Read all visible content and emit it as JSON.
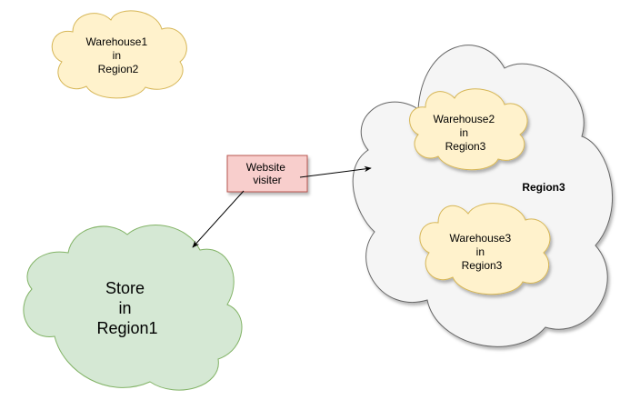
{
  "warehouse1": {
    "lines": [
      "Warehouse1",
      "in",
      "Region2"
    ]
  },
  "store": {
    "lines": [
      "Store",
      "in",
      "Region1"
    ]
  },
  "region3": {
    "label": "Region3"
  },
  "warehouse2": {
    "lines": [
      "Warehouse2",
      "in",
      "Region3"
    ]
  },
  "warehouse3": {
    "lines": [
      "Warehouse3",
      "in",
      "Region3"
    ]
  },
  "visitor": {
    "lines": [
      "Website",
      "visiter"
    ]
  },
  "colors": {
    "warehouse_fill": "#fff2cc",
    "warehouse_stroke": "#d6b656",
    "store_fill": "#d5e8d4",
    "store_stroke": "#82b366",
    "region_fill": "#f5f5f5",
    "region_stroke": "#666666",
    "visitor_fill": "#f8cecc",
    "visitor_stroke": "#b85450",
    "arrow": "#000000"
  }
}
